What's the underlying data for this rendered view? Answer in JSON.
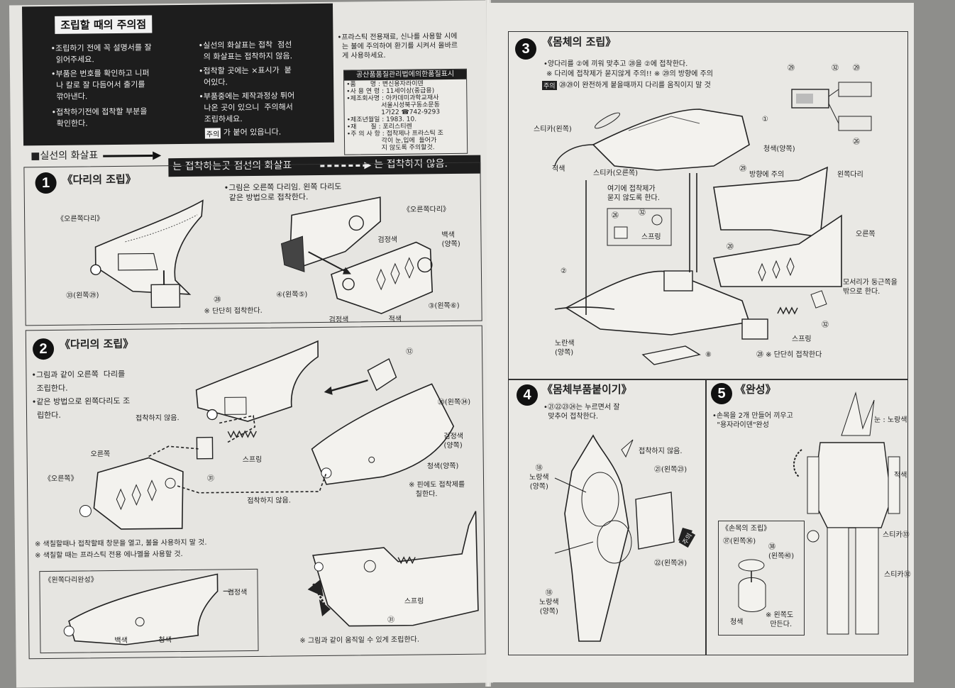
{
  "left_page": {
    "header_title": "조립할 때의 주의점",
    "notes_col1": [
      "•조립하기 전에 꼭 설명서를 잘\n  읽어주세요.",
      "•부품은 번호를 확인하고 니퍼\n  나 칼로 잘 다듬어서 출기를\n  깎아낸다.",
      "•접착하기전에 접착할 부분을\n  확인한다."
    ],
    "notes_col2": [
      "•실선의 화살표는 접착  점선\n  의 화살표는 접착하지 않음.",
      "•접착할 곳에는 ×표시가  붙\n  어있다.",
      "•부품중에는 제작과정상 튀어\n  나온 곳이 있으니  주의해서\n  조립하세요."
    ],
    "caution_badge": "주의",
    "caution_text": "가 붙어 있읍니다.",
    "plastic_notice": "•프라스틱 전용재료, 신나를 사용할 시에\n  는 불에 주의하여 환기를 시켜서 올바르\n  게 사용하세요.",
    "label_box": {
      "title": "공산품품질관리법에의한품질표시",
      "rows": [
        "•품       명 : 변신용자라이덴",
        "•사 용 연 령 : 11세이상(중급용)",
        "•제조회사명 : 아카데미과학교재사",
        "                 서울시성북구동소문동",
        "                 1가22 ☎742-9293",
        "•제조년월일 : 1983. 10.",
        "•재       질 : 포리스티렌",
        "•주 의 사 항 : 접착제나 프라스틱 조",
        "                 각이 눈,입에  들어가",
        "                 지 않도록 주의할것."
      ]
    },
    "legend_solid": "■실선의 화살표",
    "legend_solid_desc": "는 접착하는곳 점선의 화살표",
    "legend_dashed_desc": "는 접착하지 않음.",
    "step1": {
      "num": "1",
      "title": "《다리의 조립》",
      "instruction": "•그림은 오른쪽 다리임. 왼쪽 다리도\n  같은 방법으로 접착한다.",
      "labels": {
        "right_leg_a": "《오른쪽다리》",
        "right_leg_b": "《오른쪽다리》",
        "part33": "㉝(왼쪽㉙)",
        "part28": "㉘",
        "glue_note": "※ 단단히 접착한다.",
        "part4": "④(왼쪽⑤)",
        "part3": "③(왼쪽⑥)",
        "black_a": "검정색",
        "black_b": "검정색",
        "red": "적색",
        "white": "백색\n(양쪽)"
      }
    },
    "step2": {
      "num": "2",
      "title": "《다리의 조립》",
      "instruction": "•그림과 같이 오른쪽  다리를\n  조립한다.\n•같은 방법으로 왼쪽다리도 조\n  립한다.",
      "labels": {
        "p12": "⑫",
        "p30": "㉚(왼쪽㉞)",
        "no_glue_a": "접착하지 않음.",
        "no_glue_b": "접착하지 않음.",
        "right_a": "오른쪽",
        "right_b": "《오른쪽》",
        "spring_a": "스프링",
        "p31_a": "㉛",
        "black": "검정색\n(양쪽)",
        "blue": "청색(양쪽)",
        "pin_note": "※ 핀에도 접착제를\n   칠한다.",
        "spring_b": "스프링",
        "p31_b": "㉛",
        "bottom_note": "※ 그림과 같이 움직일 수 있게 조립한다."
      },
      "paint_notes": [
        "※ 색칠할때나 접착할때 창문을 열고, 불을 사용하지 말 것.",
        "※ 색칠할 때는 프라스틱 전용 에나멜을 사용할 것."
      ],
      "completed_box": {
        "title": "《왼쪽다리완성》",
        "black": "검정색",
        "white": "백색",
        "blue": "청색"
      }
    }
  },
  "right_page": {
    "step3": {
      "num": "3",
      "title": "《몸체의 조립》",
      "instructions": [
        "•양다리를 ②에 끼워 맞추고 ㉘을 ②에 접착한다.",
        "※ 다리에 접착제가 묻지않게 주의!!  ※ ㉙의 방향에 주의"
      ],
      "caution_badge": "주의",
      "caution_text": "㉘㉙이 완전하게 붙을때까지 다리를 움직이지 말 것",
      "labels": {
        "sticker_left": "스티카(왼쪽)",
        "p1": "①",
        "blue_both": "청색(양쪽)",
        "red": "적색",
        "sticker_right": "스티카(오른쪽)",
        "p29": "㉙",
        "direction": "방향에 주의",
        "left_leg": "왼쪽다리",
        "no_glue_area": "여기에 접착제가\n묻지 않도록 한다.",
        "p26": "㉖",
        "p32a": "㉜",
        "spring_a": "스프링",
        "p20": "⑳",
        "right": "오른쪽",
        "p2": "②",
        "rounded": "모서리가 둥근쪽을\n밖으로 한다.",
        "spring_b": "스프링",
        "p32b": "㉜",
        "yellow": "노란색\n(양쪽)",
        "p8": "⑧",
        "p28_note": "㉘ ※ 단단히 접착한다",
        "inset_a": "㉙",
        "inset_b": "㉜",
        "inset_c": "㉙",
        "inset_d": "㉖"
      }
    },
    "step4": {
      "num": "4",
      "title": "《몸체부품붙이기》",
      "instruction": "•㉑㉒㉓㉔는 누르면서 잘\n  맞추어 접착한다.",
      "labels": {
        "no_glue": "접착하지 않음.",
        "p18a": "⑱\n노랑색\n(양쪽)",
        "p21": "㉑(왼쪽㉓)",
        "p22": "㉒(왼쪽㉔)",
        "p18b": "⑱\n노랑색\n(양쪽)",
        "caution": "주의"
      }
    },
    "step5": {
      "num": "5",
      "title": "《완성》",
      "instruction": "•손목을 2개 만들어 끼우고\n  \"용자라이덴\"완성",
      "labels": {
        "eye": "눈 : 노랑색",
        "red": "적색",
        "sticker_a": "스티카㉝",
        "sticker_b": "스티카㉜",
        "wrist_title": "《손목의 조립》",
        "p37": "㊲(왼쪽㊱)",
        "p38": "㊳\n(왼쪽㊵)",
        "blue": "청색",
        "left_too": "※ 왼쪽도\n  만든다."
      }
    }
  }
}
